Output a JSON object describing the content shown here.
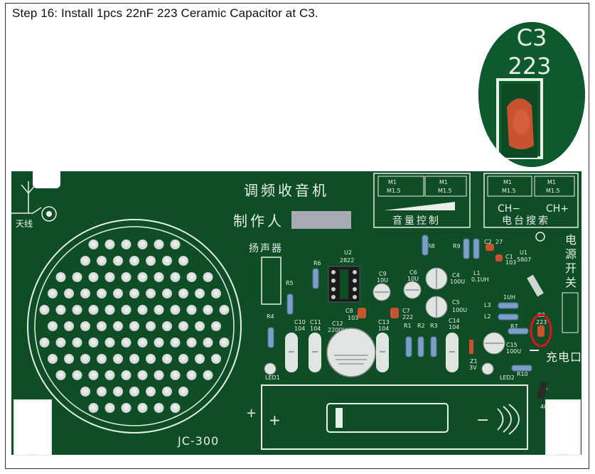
{
  "step": {
    "title": "Step 16: Install 1pcs 22nF 223 Ceramic Capacitor at C3."
  },
  "zoom": {
    "ref": "C3",
    "code": "223"
  },
  "board": {
    "title_cn": "调频收音机",
    "maker_cn": "制作人",
    "speaker_cn": "扬声器",
    "antenna_cn": "天线",
    "volume_cn": "音量控制",
    "tuning_cn": "电台搜索",
    "ch_minus": "CH−",
    "ch_plus": "CH+",
    "power_cn": [
      "电",
      "源",
      "开",
      "关"
    ],
    "charge_cn": "充电口",
    "model": "JC-300",
    "m1": "M1",
    "m15": "M1.5",
    "plus": "+",
    "minus": "−",
    "labels": {
      "R6": "R6",
      "U2": "U2",
      "U2v": "2822",
      "R5": "R5",
      "R4": "R4",
      "R8": "R8",
      "R9": "R9",
      "C2": "C2",
      "C2v": "27",
      "C1": "C1",
      "C1v": "103",
      "U1": "U1",
      "U1v": "5807",
      "C9": "C9",
      "C9v": "10U",
      "C6": "C6",
      "C6v": "10U",
      "C4": "C4",
      "C4v": "100U",
      "L1": "L1",
      "L1v": "0.1UH",
      "C8": "C8",
      "C8v": "103",
      "C7": "C7",
      "C7v": "222",
      "C5": "C5",
      "C5v": "100U",
      "C10": "C10",
      "C10v": "104",
      "C11": "C11",
      "C11v": "104",
      "C12": "C12",
      "C12v": "2200U",
      "C13": "C13",
      "C13v": "104",
      "C14": "C14",
      "C14v": "104",
      "R1": "R1",
      "R2": "R2",
      "R3": "R3",
      "L3": "L3",
      "L2": "L2",
      "L2v": "1UH",
      "C3": "C3",
      "C3v": "223",
      "R7": "R7",
      "C15": "C15",
      "C15v": "100U",
      "Z1": "Z1",
      "Z1v": "3V",
      "R10": "R10",
      "LED1": "LED1",
      "LED2": "LED2",
      "D1": "D1",
      "D1v": "4007"
    }
  },
  "colors": {
    "pcb": "#0e4d26",
    "pcb_dark": "#0a3d1e",
    "silk": "#e8efe9",
    "highlight": "#e0141e",
    "ceramic": "#c8532e"
  }
}
